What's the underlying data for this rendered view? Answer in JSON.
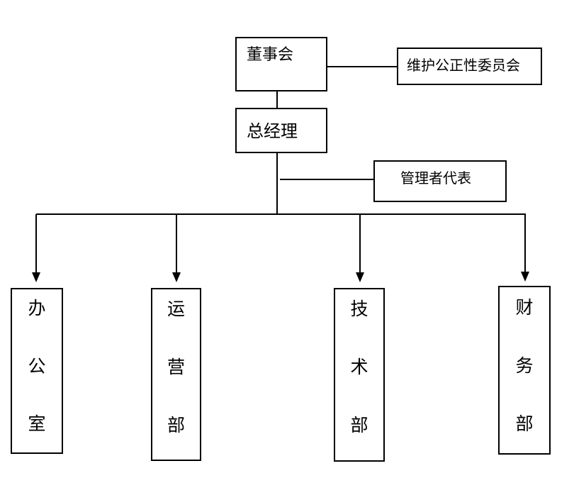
{
  "org_chart": {
    "board": "董事会",
    "committee": "维护公正性委员会",
    "general_manager": "总经理",
    "management_rep": "管理者代表",
    "departments": [
      {
        "chars": [
          "办",
          "公",
          "室"
        ]
      },
      {
        "chars": [
          "运",
          "营",
          "部"
        ]
      },
      {
        "chars": [
          "技",
          "术",
          "部"
        ]
      },
      {
        "chars": [
          "财",
          "务",
          "部"
        ]
      }
    ]
  }
}
